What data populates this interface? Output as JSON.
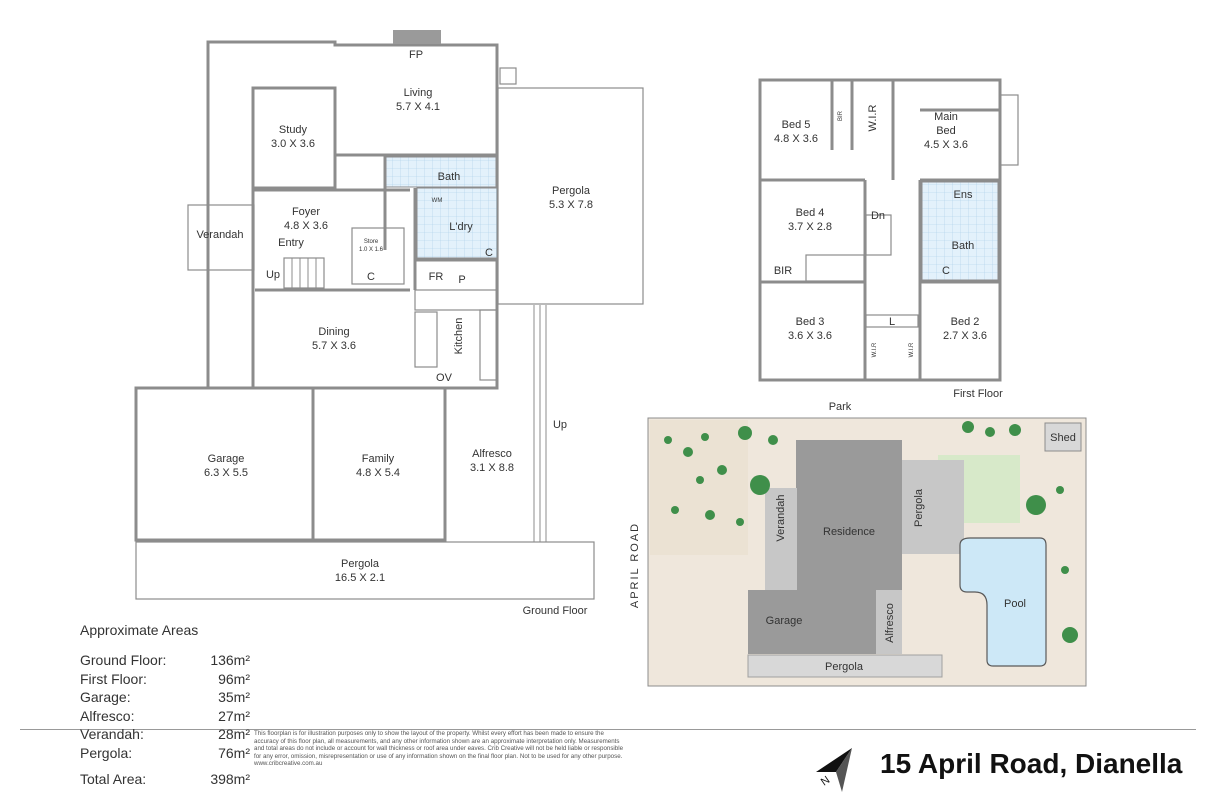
{
  "ground_floor": {
    "title": "Ground Floor",
    "rooms": {
      "living": {
        "name": "Living",
        "dims": "5.7 X 4.1"
      },
      "study": {
        "name": "Study",
        "dims": "3.0 X 3.6"
      },
      "foyer": {
        "name": "Foyer",
        "dims": "4.8 X 3.6"
      },
      "verandah": {
        "name": "Verandah"
      },
      "entry": {
        "name": "Entry"
      },
      "up": {
        "name": "Up"
      },
      "store": {
        "name": "Store",
        "dims": "1.0 X 1.6"
      },
      "bath": {
        "name": "Bath"
      },
      "laundry": {
        "name": "L'dry"
      },
      "pergola_side": {
        "name": "Pergola",
        "dims": "5.3 X 7.8"
      },
      "dining": {
        "name": "Dining",
        "dims": "5.7 X 3.6"
      },
      "kitchen": {
        "name": "Kitchen"
      },
      "garage": {
        "name": "Garage",
        "dims": "6.3 X 5.5"
      },
      "family": {
        "name": "Family",
        "dims": "4.8 X 5.4"
      },
      "alfresco": {
        "name": "Alfresco",
        "dims": "3.1 X 8.8"
      },
      "pergola_front": {
        "name": "Pergola",
        "dims": "16.5 X 2.1"
      },
      "ramp_up": {
        "name": "Up"
      }
    },
    "fixtures": {
      "fp": "FP",
      "wm": "WM",
      "fr": "FR",
      "p": "P",
      "ov": "OV",
      "c1": "C",
      "c2": "C"
    }
  },
  "first_floor": {
    "title": "First Floor",
    "rooms": {
      "bed5": {
        "name": "Bed 5",
        "dims": "4.8 X 3.6"
      },
      "bir_top": {
        "name": "BIR"
      },
      "wir_top": {
        "name": "W.I.R"
      },
      "main_bed": {
        "name": "Main Bed",
        "line1": "Main",
        "line2": "Bed",
        "dims": "4.5 X 3.6"
      },
      "bed4": {
        "name": "Bed 4",
        "dims": "3.7 X 2.8"
      },
      "dn": {
        "name": "Dn"
      },
      "ens": {
        "name": "Ens"
      },
      "bath": {
        "name": "Bath"
      },
      "bir_left": {
        "name": "BIR"
      },
      "c": {
        "name": "C"
      },
      "bed3": {
        "name": "Bed 3",
        "dims": "3.6 X 3.6"
      },
      "l": {
        "name": "L"
      },
      "bed2": {
        "name": "Bed 2",
        "dims": "2.7 X 3.6"
      },
      "wir_b3": {
        "name": "W.I.R"
      },
      "wir_b2": {
        "name": "W.I.R"
      }
    }
  },
  "site_plan": {
    "park": "Park",
    "road": "APRIL ROAD",
    "shed": "Shed",
    "verandah": "Verandah",
    "residence": "Residence",
    "pergola_side": "Pergola",
    "pool": "Pool",
    "garage": "Garage",
    "alfresco": "Alfresco",
    "pergola_front": "Pergola",
    "colors": {
      "lot": "#efe7dc",
      "building": "#9a9a9a",
      "pool": "#cde8f7",
      "lawn": "#d7e9c9",
      "tree": "#3f8f4a"
    }
  },
  "areas": {
    "title": "Approximate Areas",
    "rows": [
      {
        "label": "Ground Floor:",
        "value": "136m²"
      },
      {
        "label": "First Floor:",
        "value": "96m²"
      },
      {
        "label": "Garage:",
        "value": "35m²"
      },
      {
        "label": "Alfresco:",
        "value": "27m²"
      },
      {
        "label": "Verandah:",
        "value": "28m²"
      },
      {
        "label": "Pergola:",
        "value": "76m²"
      }
    ],
    "total": {
      "label": "Total Area:",
      "value": "398m²"
    }
  },
  "disclaimer": "This floorplan is for illustration purposes only to show the layout of the property. Whilst every effort has been made to ensure the accuracy of this floor plan, all measurements, and any other information shown are an approximate interpretation only. Measurements and total areas do not include or account for wall thickness or roof area under eaves. Crib Creative will not be held liable or responsible for any error, omission, misrepresentation or use of any information shown on the final floor plan. Not to be used for any other purpose. www.cribcreative.com.au",
  "address": "15 April Road, Dianella",
  "compass": "N"
}
